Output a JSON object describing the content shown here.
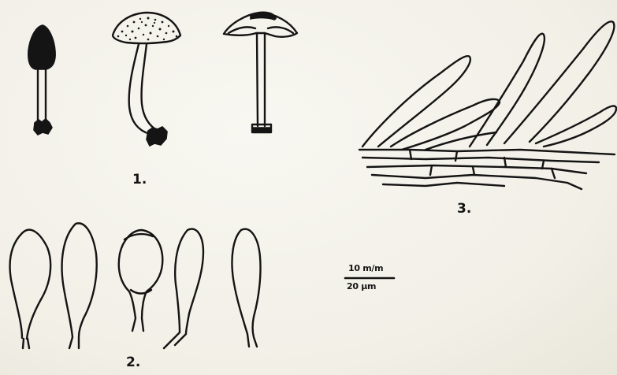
{
  "figures": [
    {
      "id": "fig1",
      "label": "1."
    },
    {
      "id": "fig2",
      "label": "2."
    },
    {
      "id": "fig3",
      "label": "3."
    }
  ],
  "scale_bar": {
    "top_text": "10 m/m",
    "bottom_text": "20 µm"
  },
  "colors": {
    "ink": "#141414",
    "paper": "#f4f3ec"
  }
}
